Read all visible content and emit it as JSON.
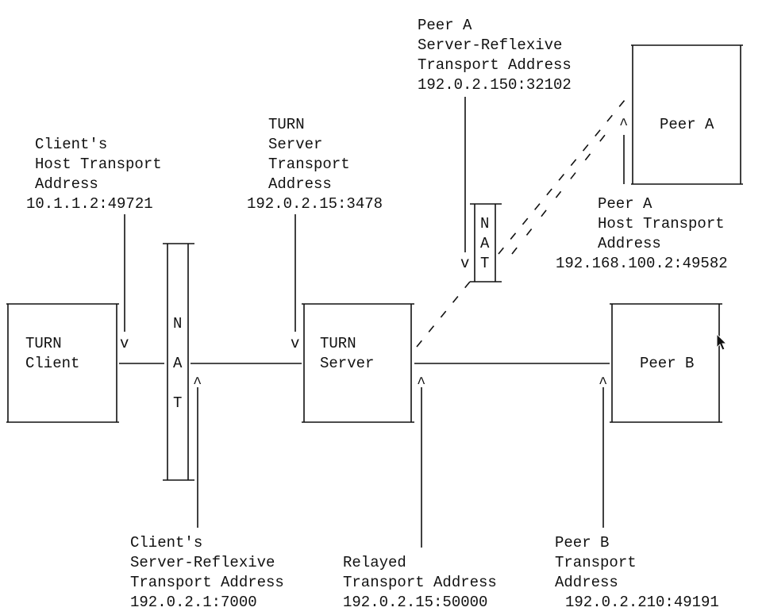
{
  "labels": {
    "client_host": [
      "Client's",
      "Host Transport",
      "Address",
      "10.1.1.2:49721"
    ],
    "turn_server_addr": [
      "TURN",
      "Server",
      "Transport",
      "Address",
      "192.0.2.15:3478"
    ],
    "peer_a_srflx": [
      "Peer A",
      "Server-Reflexive",
      "Transport Address",
      "192.0.2.150:32102"
    ],
    "peer_a_host": [
      "Peer A",
      "Host Transport",
      "Address",
      "192.168.100.2:49582"
    ],
    "client_srflx": [
      "Client's",
      "Server-Reflexive",
      "Transport Address",
      "192.0.2.1:7000"
    ],
    "relayed": [
      "Relayed",
      "Transport Address",
      "192.0.2.15:50000"
    ],
    "peer_b_addr": [
      "Peer B",
      "Transport",
      "Address",
      "192.0.2.210:49191"
    ]
  },
  "boxes": {
    "turn_client": [
      "TURN",
      "Client"
    ],
    "turn_server": [
      "TURN",
      "Server"
    ],
    "peer_a": "Peer A",
    "peer_b": "Peer B"
  },
  "nats": {
    "client_nat": [
      "N",
      "A",
      "T"
    ],
    "peer_a_nat": [
      "N",
      "A",
      "T"
    ]
  },
  "arrows": {
    "down": "v",
    "up": "^"
  }
}
